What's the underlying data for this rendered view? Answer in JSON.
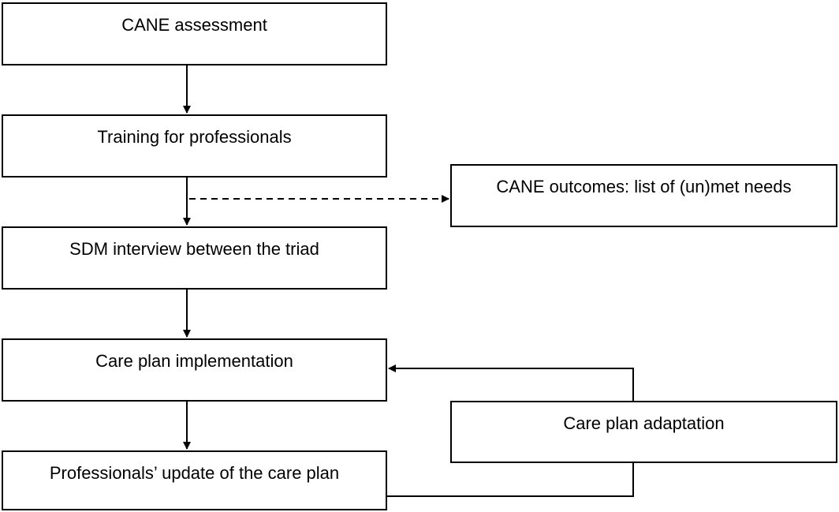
{
  "boxes": {
    "cane_assessment": "CANE assessment",
    "training": "Training for professionals",
    "sdm_interview": "SDM interview between the triad",
    "care_plan_implementation": "Care plan implementation",
    "professionals_update": "Professionals’ update of the care plan",
    "cane_outcomes": "CANE outcomes: list of (un)met needs",
    "care_plan_adaptation": "Care plan adaptation"
  }
}
